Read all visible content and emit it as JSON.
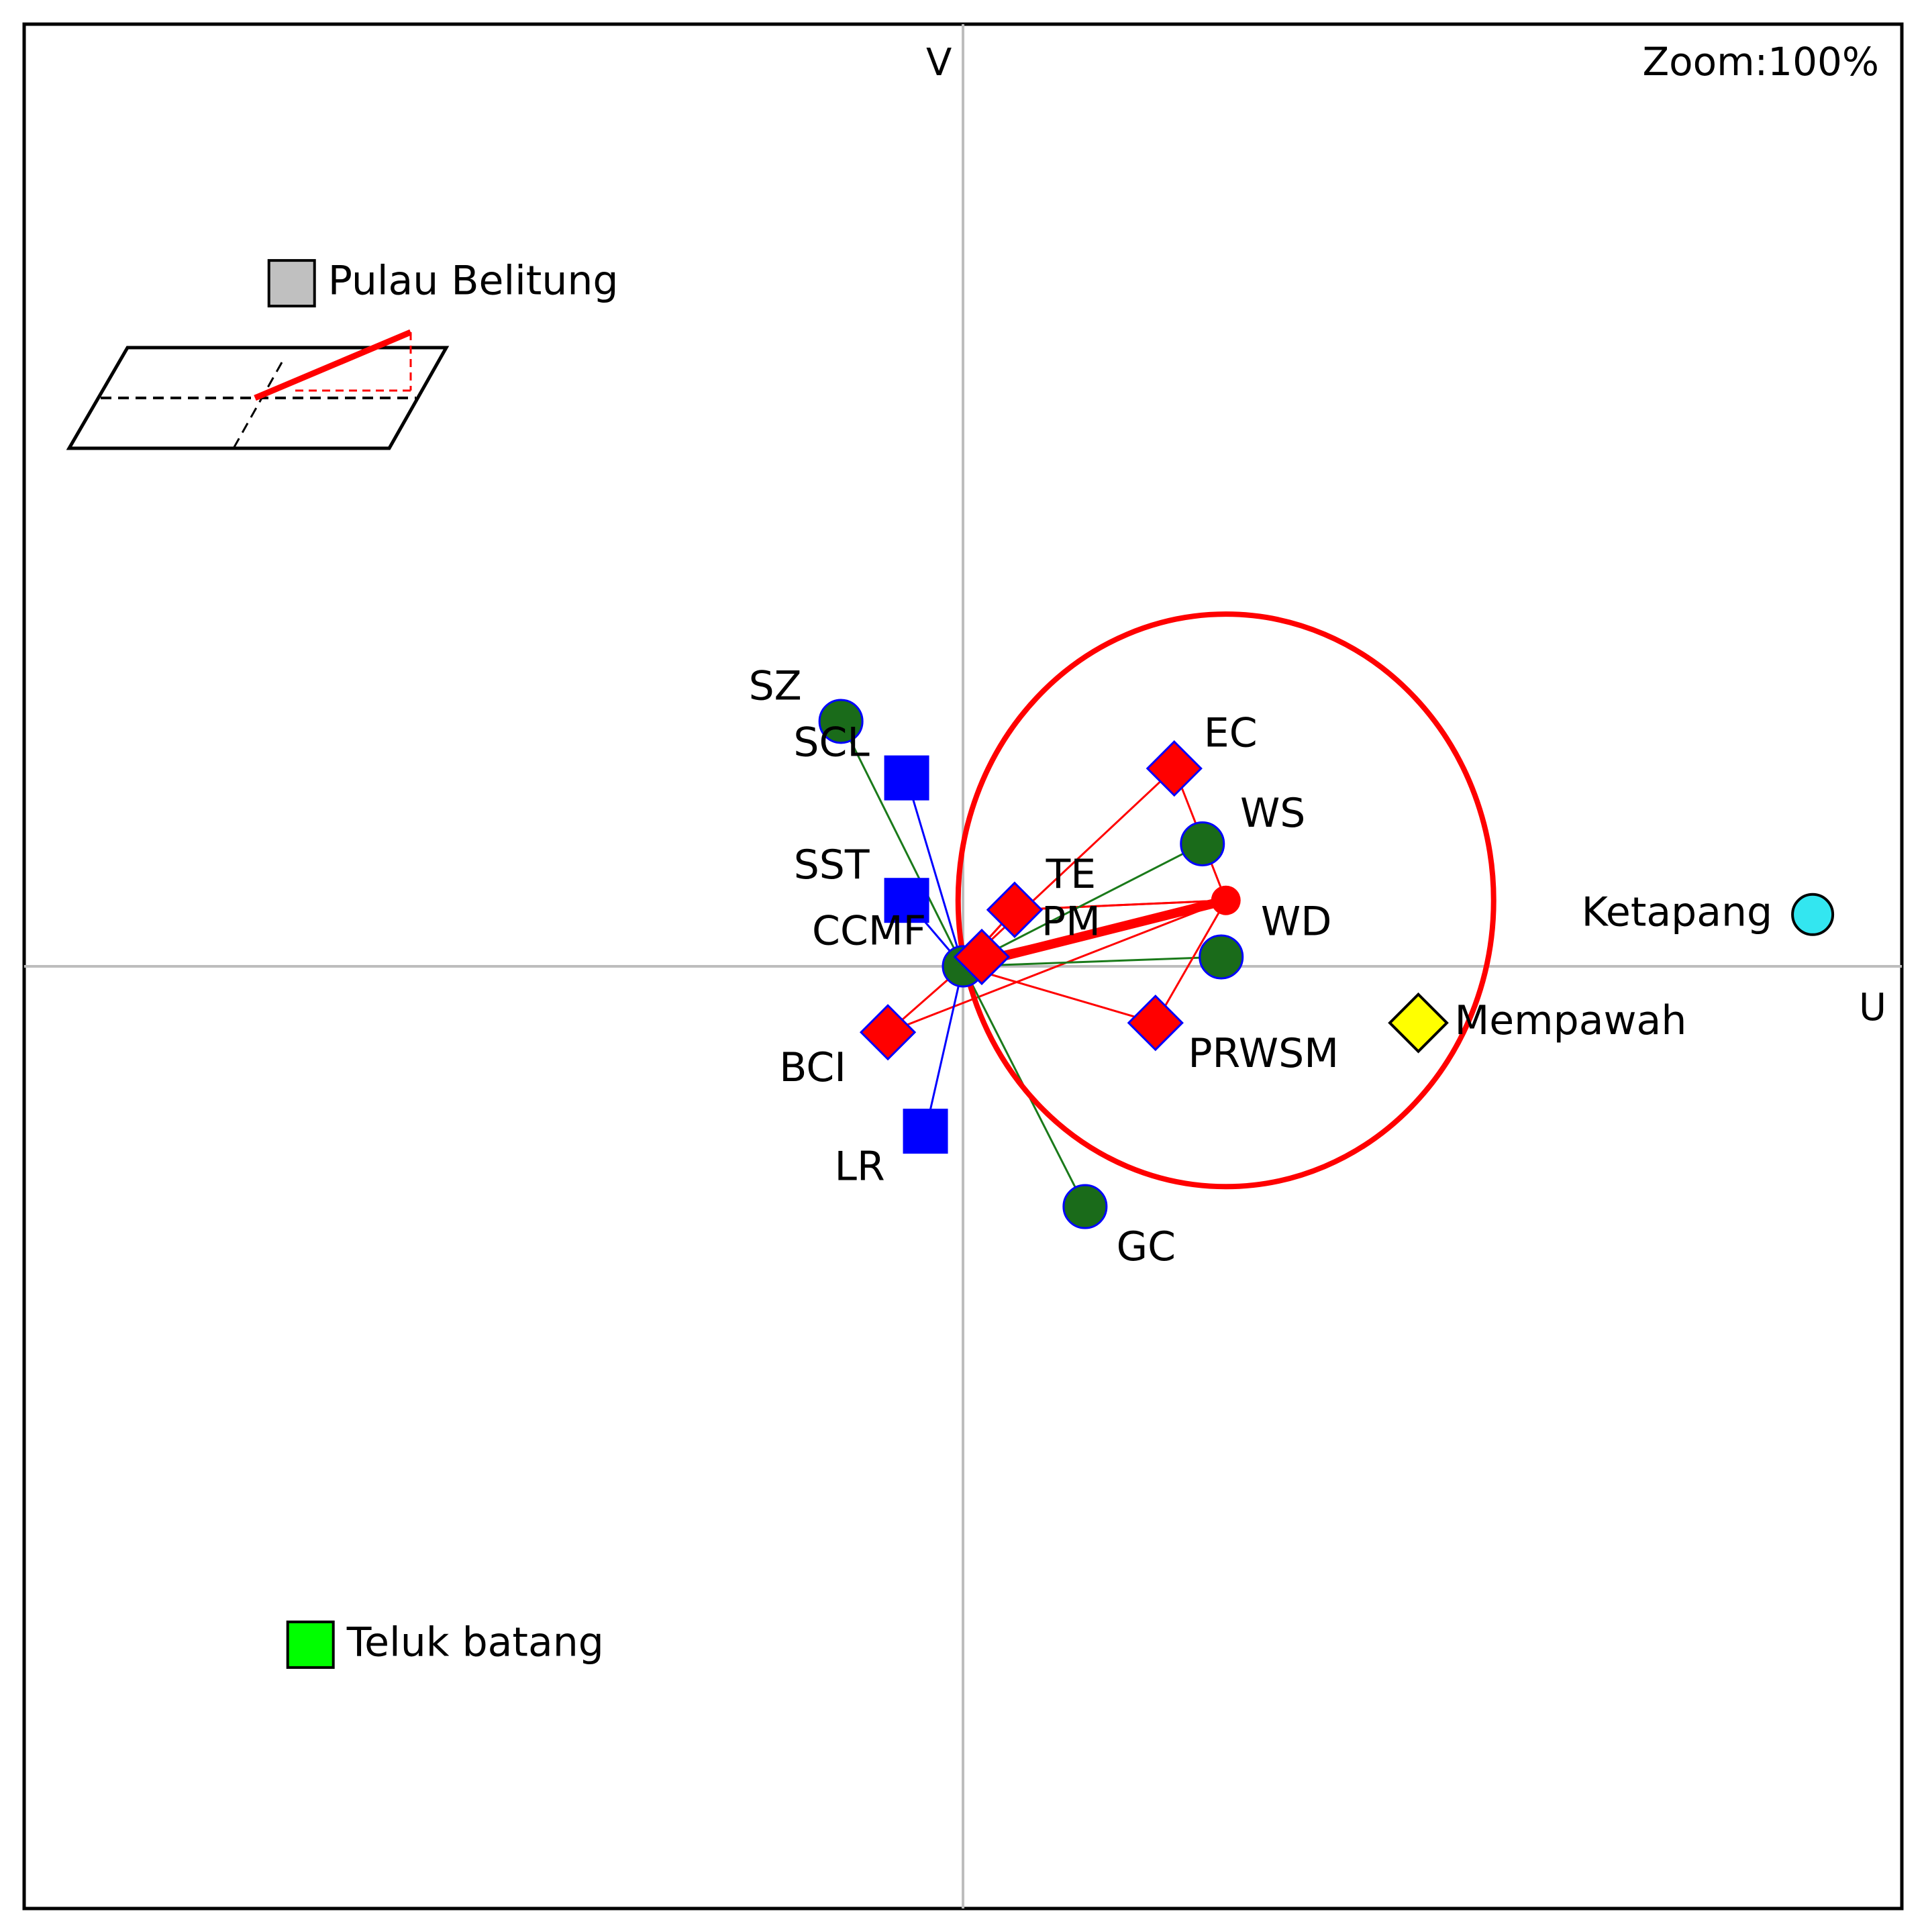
{
  "view": {
    "zoom_label": "Zoom:100%",
    "axis_u": "U",
    "axis_v": "V"
  },
  "colors": {
    "frame": "#000000",
    "axes": "#bdbdbd",
    "variable_link": "#ff0000",
    "variable_point": "#ff0000",
    "circle_point": "#1a6b1a",
    "circle_link": "#1a7a1a",
    "square_point": "#0000ff",
    "square_link": "#0000ff",
    "point_outline": "#0000ff"
  },
  "chart_data": {
    "type": "scatter",
    "title": "",
    "xlabel": "U",
    "ylabel": "V",
    "xlim": [
      -1.0,
      1.0
    ],
    "ylim": [
      -1.0,
      1.0
    ],
    "grid": false,
    "center": {
      "x": 0.0,
      "y": 0.0
    },
    "focus": {
      "x": 0.28,
      "y": 0.07
    },
    "radius": 0.31,
    "variables": [
      {
        "label": "SZ",
        "marker": "circle",
        "x": -0.13,
        "y": 0.26,
        "lx": -0.2,
        "ly": 0.295
      },
      {
        "label": "SCL",
        "marker": "square",
        "x": -0.06,
        "y": 0.2,
        "lx": -0.14,
        "ly": 0.235
      },
      {
        "label": "SST",
        "marker": "square",
        "x": -0.06,
        "y": 0.07,
        "lx": -0.14,
        "ly": 0.105
      },
      {
        "label": "CCMF",
        "marker": "diamond",
        "x": 0.02,
        "y": 0.01,
        "lx": -0.1,
        "ly": 0.035
      },
      {
        "label": "BCI",
        "marker": "diamond",
        "x": -0.08,
        "y": -0.07,
        "lx": -0.16,
        "ly": -0.11
      },
      {
        "label": "LR",
        "marker": "square",
        "x": -0.04,
        "y": -0.175,
        "lx": -0.11,
        "ly": -0.215
      },
      {
        "label": "GC",
        "marker": "circle",
        "x": 0.13,
        "y": -0.255,
        "lx": 0.195,
        "ly": -0.3
      },
      {
        "label": "TE",
        "marker": "diamond",
        "x": 0.055,
        "y": 0.06,
        "lx": 0.115,
        "ly": 0.095
      },
      {
        "label": "PM",
        "marker": "diamond",
        "x": 0.055,
        "y": 0.06,
        "lx": 0.115,
        "ly": 0.045
      },
      {
        "label": "EC",
        "marker": "diamond",
        "x": 0.225,
        "y": 0.21,
        "lx": 0.285,
        "ly": 0.245
      },
      {
        "label": "WS",
        "marker": "circle",
        "x": 0.255,
        "y": 0.13,
        "lx": 0.33,
        "ly": 0.16
      },
      {
        "label": "WD",
        "marker": "circle",
        "x": 0.275,
        "y": 0.01,
        "lx": 0.355,
        "ly": 0.045
      },
      {
        "label": "PRWSM",
        "marker": "diamond",
        "x": 0.205,
        "y": -0.06,
        "lx": 0.32,
        "ly": -0.095
      }
    ],
    "groups": [
      {
        "label": "Pulau Belitung",
        "marker": "square",
        "color": "#c0c0c0",
        "x": -0.715,
        "y": 0.725
      },
      {
        "label": "Ketapang",
        "marker": "circle",
        "color": "#33e6f0",
        "x": 0.905,
        "y": 0.055
      },
      {
        "label": "Mempawah",
        "marker": "diamond",
        "color": "#ffff00",
        "x": 0.485,
        "y": -0.06
      },
      {
        "label": "Teluk batang",
        "marker": "square",
        "color": "#00ff00",
        "x": -0.695,
        "y": -0.72
      }
    ]
  }
}
